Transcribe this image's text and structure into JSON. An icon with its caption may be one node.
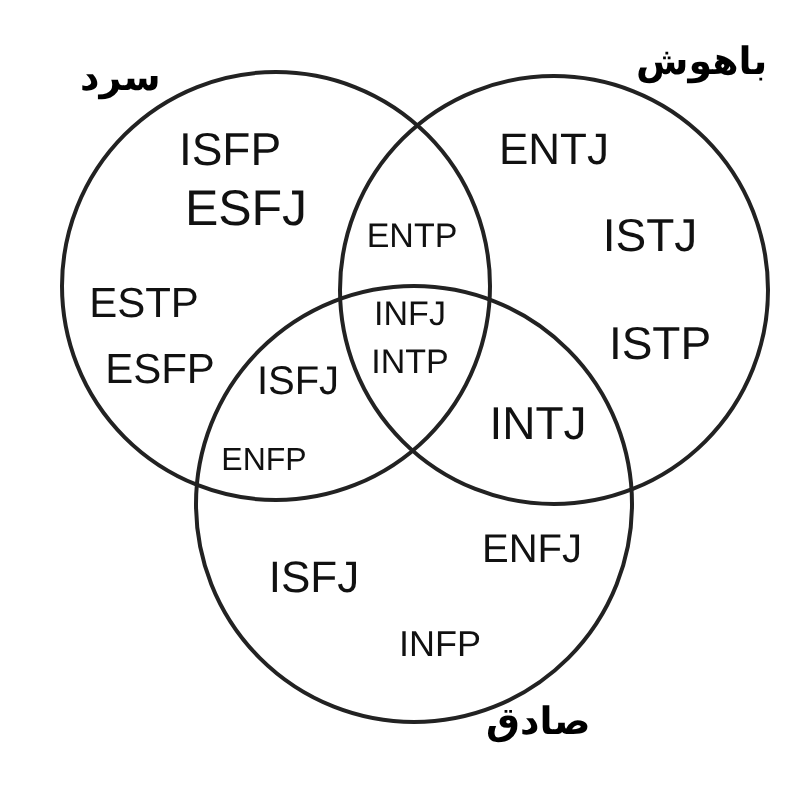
{
  "diagram": {
    "nodes": [
      {
        "text": [
          "سرد"
        ]
      },
      {
        "text": [
          "باهوش"
        ]
      },
      {
        "text": [
          "صادق"
        ]
      }
    ],
    "labels": [
      "ISFP",
      "ESFJ",
      "ENTJ",
      "ENTP",
      "ISTJ",
      "ESTP",
      "INFJ",
      "ESFP",
      "INTP",
      "ISTP",
      "ISFJ",
      "INTJ",
      "ENFP",
      "ISFJ",
      "ENFJ",
      "INFP"
    ]
  }
}
